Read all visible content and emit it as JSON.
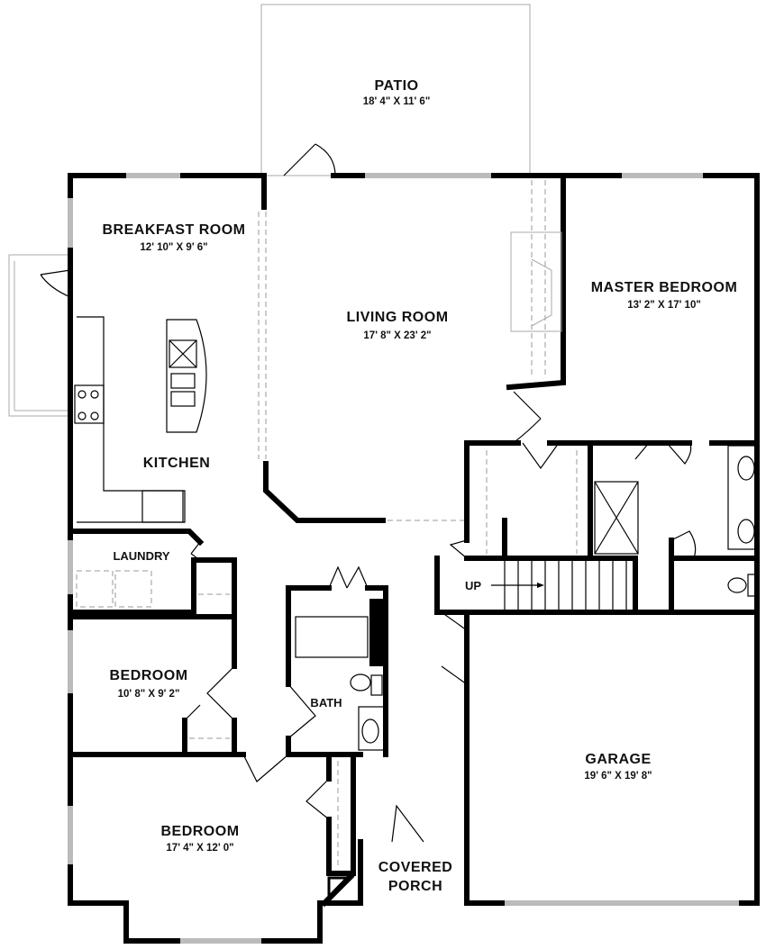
{
  "rooms": {
    "patio": {
      "name": "PATIO",
      "dims": "18' 4\" X 11' 6\""
    },
    "breakfast": {
      "name": "BREAKFAST  ROOM",
      "dims": "12' 10\" X 9' 6\""
    },
    "living": {
      "name": "LIVING  ROOM",
      "dims": "17' 8\" X 23' 2\""
    },
    "master": {
      "name": "MASTER  BEDROOM",
      "dims": "13' 2\" X 17' 10\""
    },
    "kitchen": {
      "name": "KITCHEN"
    },
    "laundry": {
      "name": "LAUNDRY"
    },
    "bedroom2": {
      "name": "BEDROOM",
      "dims": "10' 8\" X 9' 2\""
    },
    "bath": {
      "name": "BATH"
    },
    "bedroom3": {
      "name": "BEDROOM",
      "dims": "17' 4\" X 12' 0\""
    },
    "garage": {
      "name": "GARAGE",
      "dims": "19' 6\" X 19' 8\""
    },
    "porch": {
      "name": "COVERED",
      "name2": "PORCH"
    },
    "stairs": {
      "label": "UP"
    }
  }
}
